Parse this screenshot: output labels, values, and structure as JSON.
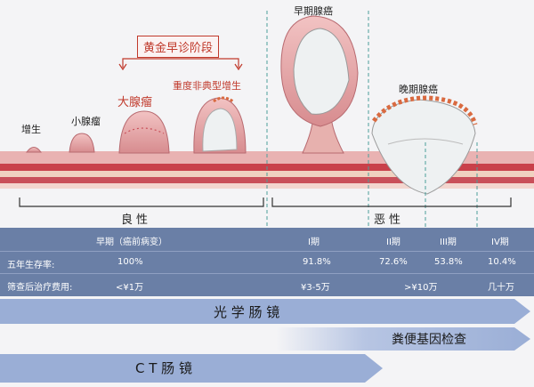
{
  "stages": {
    "hyperplasia": "增生",
    "small_adenoma": "小腺瘤",
    "large_adenoma": "大腺瘤",
    "severe_dysplasia": "重度非典型增生",
    "early_cancer": "早期腺癌",
    "late_cancer": "晚期腺癌",
    "golden_window": "黄金早诊阶段"
  },
  "groups": {
    "benign": "良性",
    "malignant": "恶性"
  },
  "table": {
    "header": [
      "早期（癌前病变）",
      "I期",
      "II期",
      "III期",
      "IV期"
    ],
    "survival": {
      "label": "五年生存率:",
      "values": [
        "100%",
        "91.8%",
        "72.6%",
        "53.8%",
        "10.4%"
      ]
    },
    "cost": {
      "label": "筛查后治疗费用:",
      "values": [
        "<¥1万",
        "¥3-5万",
        ">¥10万",
        "几十万"
      ]
    }
  },
  "methods": {
    "optical": "光 学 肠 镜",
    "fecal": "粪便基因检查",
    "ct": "C T 肠 镜"
  },
  "colors": {
    "tissue_pink": "#e8a7a7",
    "mucosa_red": "#c9404a",
    "tumor_white": "#eef1f2",
    "table_blue": "#6a7fa6",
    "arrow_blue": "#9aaed6",
    "alert_red": "#c0392b"
  }
}
